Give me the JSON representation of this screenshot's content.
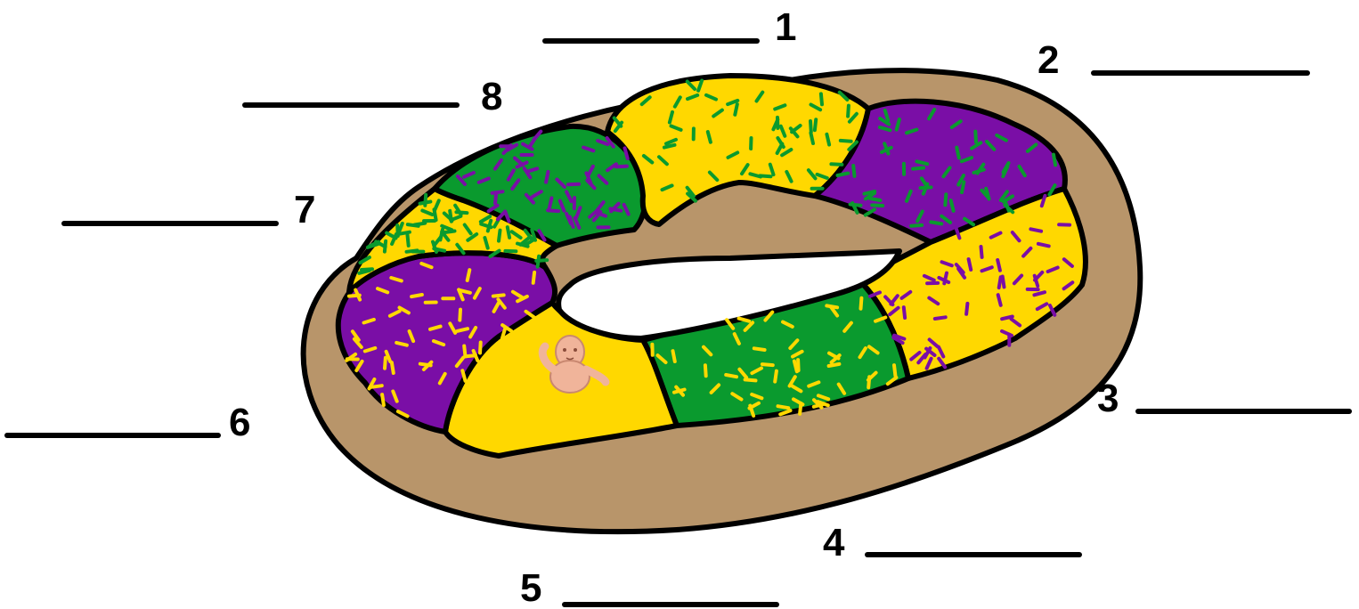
{
  "diagram": {
    "colors": {
      "bread": "#b8956a",
      "yellow": "#ffd800",
      "purple": "#7a0ea6",
      "green": "#0a9a2e",
      "outline": "#000000",
      "baby": "#f0b49a"
    },
    "labels": [
      {
        "number": "1",
        "answer": ""
      },
      {
        "number": "2",
        "answer": ""
      },
      {
        "number": "3",
        "answer": ""
      },
      {
        "number": "4",
        "answer": ""
      },
      {
        "number": "5",
        "answer": ""
      },
      {
        "number": "6",
        "answer": ""
      },
      {
        "number": "7",
        "answer": ""
      },
      {
        "number": "8",
        "answer": ""
      }
    ],
    "segments": [
      {
        "color": "yellow",
        "sprinkles": "green"
      },
      {
        "color": "purple",
        "sprinkles": "green"
      },
      {
        "color": "yellow",
        "sprinkles": "purple"
      },
      {
        "color": "green",
        "sprinkles": "yellow"
      },
      {
        "color": "yellow",
        "sprinkles": "none"
      },
      {
        "color": "purple",
        "sprinkles": "yellow"
      },
      {
        "color": "yellow",
        "sprinkles": "green"
      },
      {
        "color": "green",
        "sprinkles": "purple"
      }
    ],
    "hidden_item_icon": "baby-figurine-icon"
  }
}
